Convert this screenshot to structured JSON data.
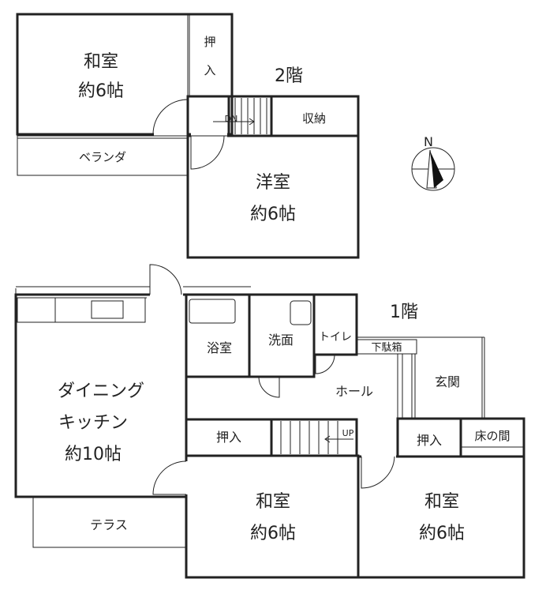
{
  "floors": {
    "second": {
      "label": "2階",
      "rooms": {
        "washitsu": {
          "name": "和室",
          "size": "約6帖"
        },
        "oshiire_top": "押",
        "oshiire_bottom": "入",
        "dn": "DN",
        "shuno": "収納",
        "veranda": "ベランダ",
        "yoshitsu": {
          "name": "洋室",
          "size": "約6帖"
        }
      }
    },
    "first": {
      "label": "1階",
      "rooms": {
        "yokushitsu": "浴室",
        "senmen": "洗面",
        "toilet": "トイレ",
        "getabako": "下駄箱",
        "genkan": "玄関",
        "hall": "ホール",
        "dk_line1": "ダイニング",
        "dk_line2": "キッチン",
        "dk_size": "約10帖",
        "oshiire_left": "押入",
        "up": "UP",
        "oshiire_right": "押入",
        "tokonoma": "床の間",
        "terrace": "テラス",
        "washitsu_left": {
          "name": "和室",
          "size": "約6帖"
        },
        "washitsu_right": {
          "name": "和室",
          "size": "約6帖"
        }
      }
    }
  },
  "compass": {
    "label": "N"
  }
}
